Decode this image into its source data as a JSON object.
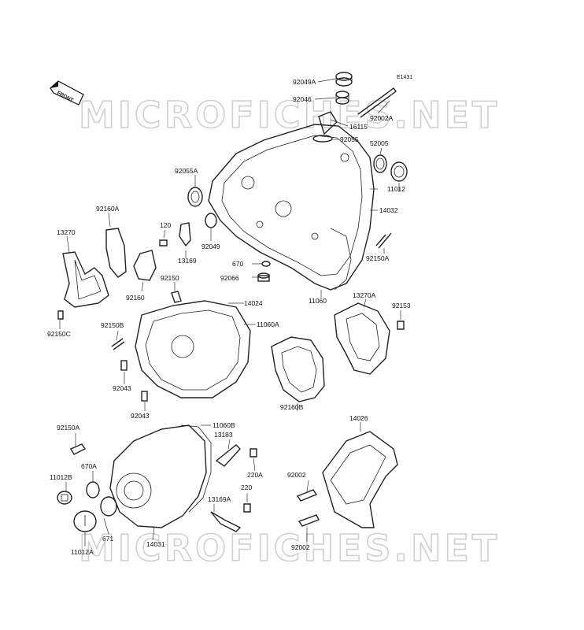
{
  "figure_id": "E1431",
  "front_label": "FRONT",
  "watermark": "MICROFICHES.NET",
  "parts": {
    "p92049A": "92049A",
    "p92046": "92046",
    "p92002A": "92002A",
    "p16115": "16115",
    "p92055": "92055",
    "p52005": "52005",
    "p92055A": "92055A",
    "p11012": "11012",
    "p14032": "14032",
    "p92160A": "92160A",
    "p13270": "13270",
    "p120": "120",
    "p13169": "13169",
    "p92049": "92049",
    "p670": "670",
    "p92066": "92066",
    "p92150A_top": "92150A",
    "p92150": "92150",
    "p92160": "92160",
    "p11060": "11060",
    "p14024": "14024",
    "p13270A": "13270A",
    "p92153": "92153",
    "p92150C": "92150C",
    "p92150B": "92150B",
    "p11060A": "11060A",
    "p92043_a": "92043",
    "p92160B": "92160B",
    "p92043_b": "92043",
    "p14026": "14026",
    "p92150A_bot": "92150A",
    "p11060B": "11060B",
    "p13183": "13183",
    "p670A": "670A",
    "p220A": "220A",
    "p92002": "92002",
    "p11012B": "11012B",
    "p13169A": "13169A",
    "p220": "220",
    "p671": "671",
    "p14031": "14031",
    "p92002_b": "92002",
    "p11012A": "11012A"
  }
}
